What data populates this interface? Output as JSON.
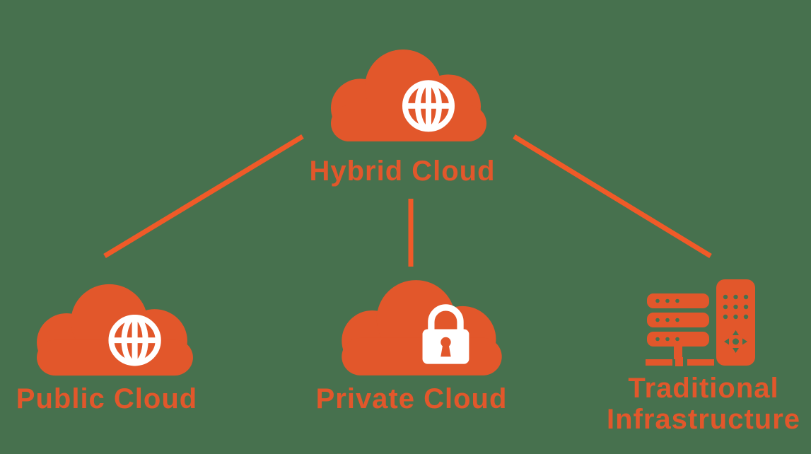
{
  "diagram": {
    "background_color": "#47714E",
    "accent_color": "#E2572B",
    "connector_color": "#F05A28",
    "icon_foreground_color": "#FFFFFF",
    "nodes": {
      "hybrid_cloud": {
        "label": "Hybrid Cloud",
        "icon": "globe-cloud-icon"
      },
      "public_cloud": {
        "label": "Public Cloud",
        "icon": "globe-cloud-icon"
      },
      "private_cloud": {
        "label": "Private Cloud",
        "icon": "lock-cloud-icon"
      },
      "traditional_infrastructure": {
        "label_line1": "Traditional",
        "label_line2": "Infrastructure",
        "icon": "server-rack-icon"
      }
    },
    "connections": [
      {
        "from": "hybrid_cloud",
        "to": "public_cloud"
      },
      {
        "from": "hybrid_cloud",
        "to": "private_cloud"
      },
      {
        "from": "hybrid_cloud",
        "to": "traditional_infrastructure"
      }
    ]
  }
}
